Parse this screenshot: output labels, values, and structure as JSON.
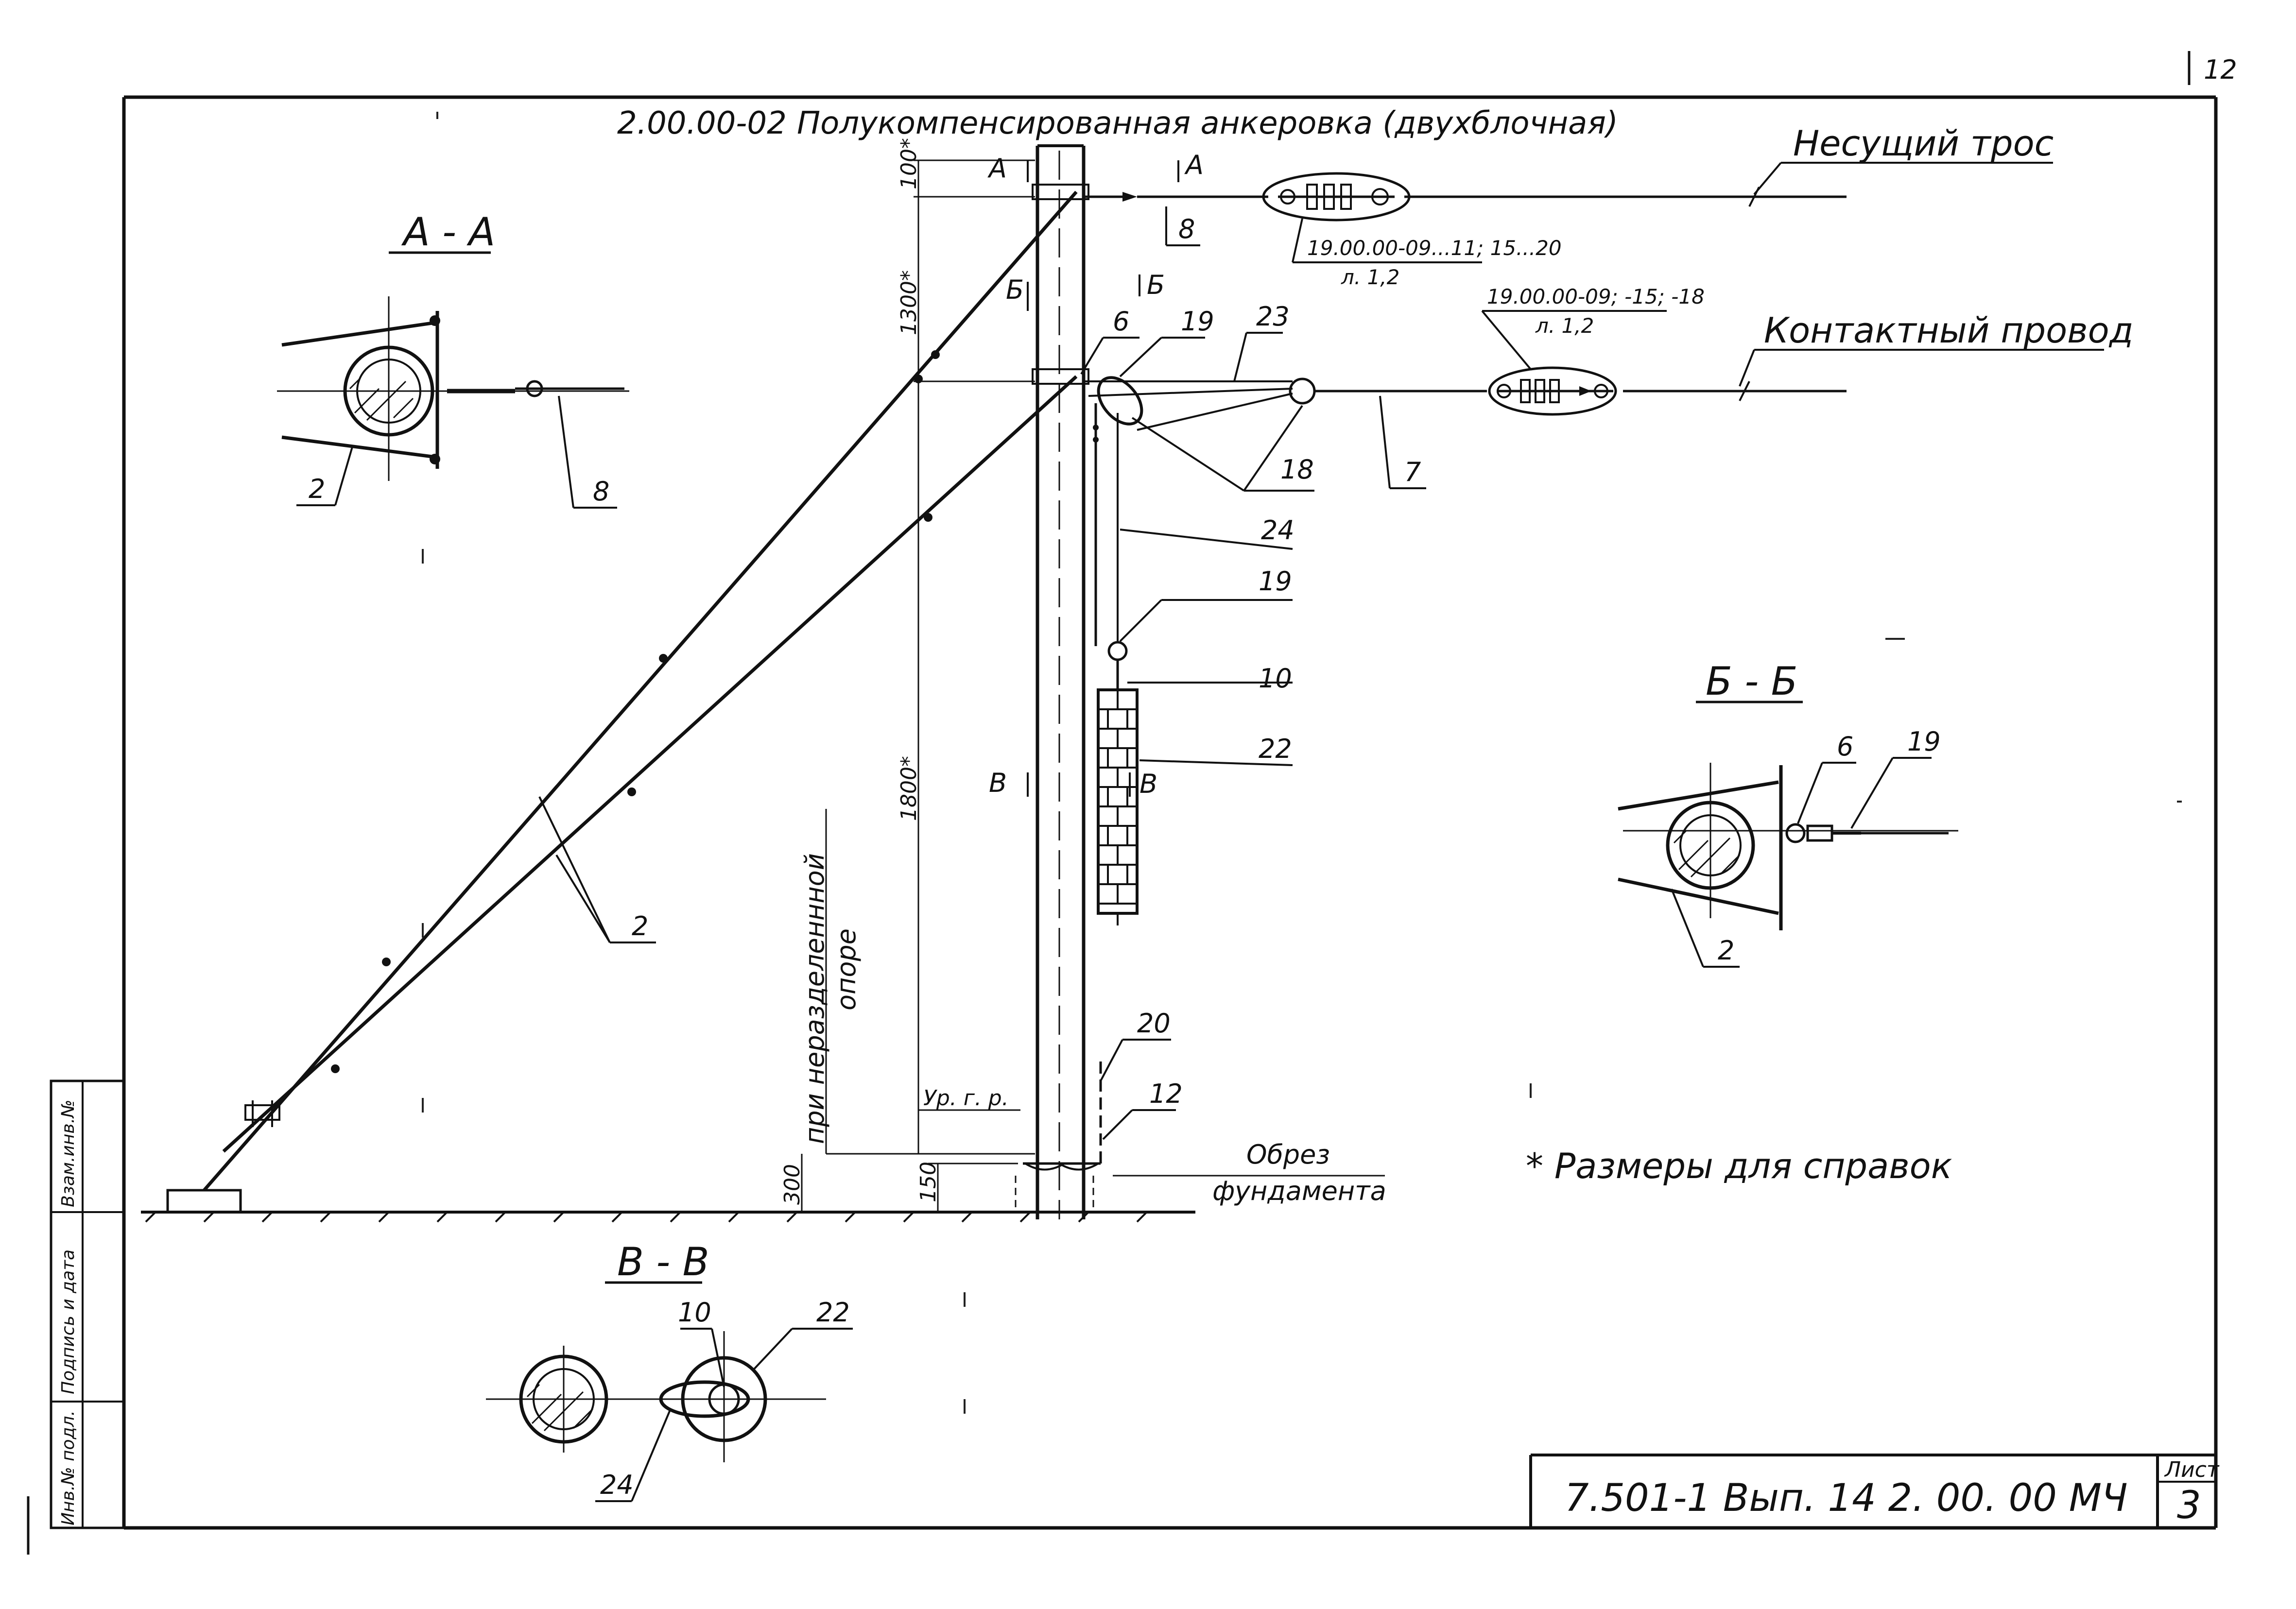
{
  "sheet_number_top": "12",
  "title_code": "2.00.00-02",
  "title_text": "Полукомпенсированная анкеровка (двухблочная)",
  "section_marks": {
    "a_left": "А",
    "a_right": "А",
    "b_left": "Б",
    "b_right": "Б",
    "v_left": "В",
    "v_right": "В"
  },
  "sections": {
    "aa": "А - А",
    "bb": "Б - Б",
    "vv": "В - В"
  },
  "wire_labels": {
    "messenger": "Несущий трос",
    "contact": "Контактный провод"
  },
  "insulator_refs": {
    "upper_code": "19.00.00-09...11; 15...20",
    "upper_sheet": "л. 1,2",
    "lower_code": "19.00.00-09; -15; -18",
    "lower_sheet": "л. 1,2"
  },
  "dimensions": {
    "d100": "100*",
    "d1300": "1300*",
    "d1800": "1800*",
    "d300": "300",
    "d150": "150"
  },
  "vertical_note_1": "при неразделеннной",
  "vertical_note_2": "опоре",
  "ground_level": "Ур. г. р.",
  "foundation_cut_1": "Обрез",
  "foundation_cut_2": "фундамента",
  "positions": {
    "p2": "2",
    "p6": "6",
    "p7": "7",
    "p8": "8",
    "p10": "10",
    "p12": "12",
    "p18": "18",
    "p19": "19",
    "p20": "20",
    "p22": "22",
    "p23": "23",
    "p24": "24"
  },
  "note": "* Размеры для справок",
  "stamp": {
    "code": "7.501-1  Вып. 14     2. 00. 00 МЧ",
    "sheet_label": "Лист",
    "sheet_no": "3"
  },
  "side_stamp": {
    "inv": "Инв.№ подл.",
    "sign": "Подпись и дата",
    "replace": "Взам.инв.№"
  }
}
